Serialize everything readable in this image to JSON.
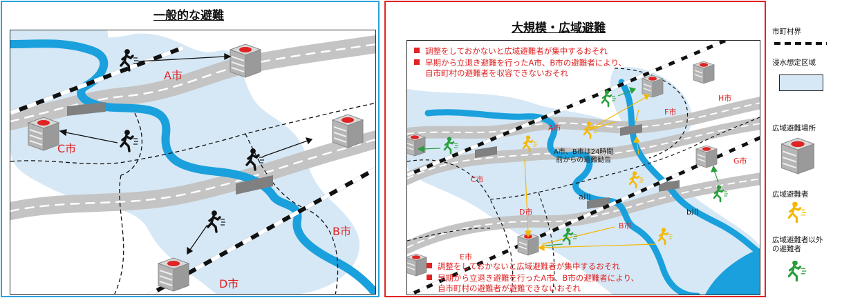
{
  "left_panel": {
    "title": "一般的な避難",
    "cities": [
      "A市",
      "B市",
      "C市",
      "D市"
    ]
  },
  "right_panel": {
    "title": "大規模・広域避難",
    "notes_top": [
      "調整をしておかないと広域避難者が集中するおそれ",
      "早期から立退き避難を行ったA市、B市の避難者により、",
      "自市町村の避難者を収容できないおそれ"
    ],
    "notes_bottom": [
      "調整をしておかないと広域避難者が集中するおそれ",
      "早期から立退き避難を行ったA市、B市の避難者により、",
      "自市町村の避難者が避難できないおそれ"
    ],
    "centre_note": [
      "A市、B市は24時間",
      "前からの避難勧告"
    ],
    "cities": [
      "A市",
      "B市",
      "C市",
      "D市",
      "E市",
      "F市",
      "G市",
      "H市"
    ],
    "rivers": [
      "a川",
      "b川"
    ]
  },
  "legend": {
    "boundary": "市町村界",
    "flood_area": "浸水想定区域",
    "shelter": "広域避難場所",
    "wide_evacuee": "広域避難者",
    "other_evacuee": [
      "広域避難者以外",
      "の避難者"
    ]
  },
  "colors": {
    "left_border": "#2aa3dd",
    "right_border": "#e02323",
    "river": "#1aa0dc",
    "flood": "#d6e8f6",
    "road": "#bdbdbd",
    "wide_arrow": "#f5b800",
    "other_arrow": "#2a9d3c",
    "city_text": "#e02323"
  },
  "icons": [
    "running-person-icon",
    "shelter-building-icon"
  ]
}
